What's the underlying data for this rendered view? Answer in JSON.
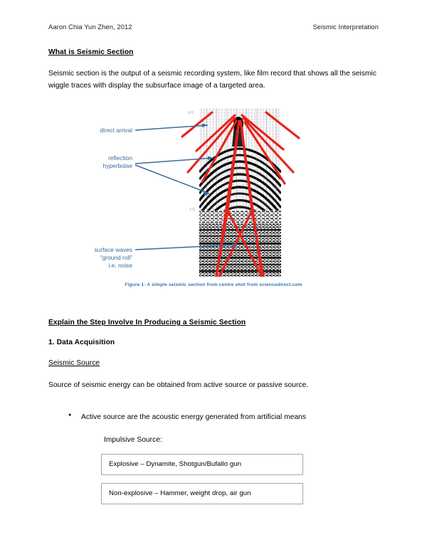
{
  "header": {
    "left": "Aaron Chia Yun Zhen, 2012",
    "right": "Seismic Interpretation"
  },
  "sections": {
    "heading_what": "What is Seismic Section",
    "paragraph_what": "Seismic section is the output of a seismic recording system, like film record that shows all the seismic wiggle traces with display the subsurface image of a targeted area.",
    "heading_explain": "Explain the Step Involve In Producing a Seismic Section",
    "heading_step1": "1. Data Acquisition",
    "heading_source": "Seismic Source",
    "paragraph_source": "Source of seismic energy can be obtained from active source or passive source.",
    "bullet_active": "Active source are the acoustic energy generated from artificial means",
    "label_impulsive": "Impulsive Source:"
  },
  "boxes": [
    {
      "text": "Explosive – Dynamite, Shotgun/Bufallo gun"
    },
    {
      "text": "Non-explosive – Hammer, weight drop, air gun"
    }
  ],
  "figure": {
    "caption": "Figure 1: A simple seismic section from centre shot from sciencedirect.com",
    "annotations": {
      "direct_arrival": "direct arrival",
      "reflection_line1": "reflection",
      "reflection_line2": "hyperbolae",
      "surface_line1": "surface waves",
      "surface_line2": "“ground roll”",
      "surface_line3": "i.e. noise"
    },
    "axis_labels": {
      "top": "0.0",
      "mid": "1.0"
    },
    "colors": {
      "annotation": "#3A6B9E",
      "overlay": "#E8231A",
      "caption": "#2E74B5"
    }
  }
}
